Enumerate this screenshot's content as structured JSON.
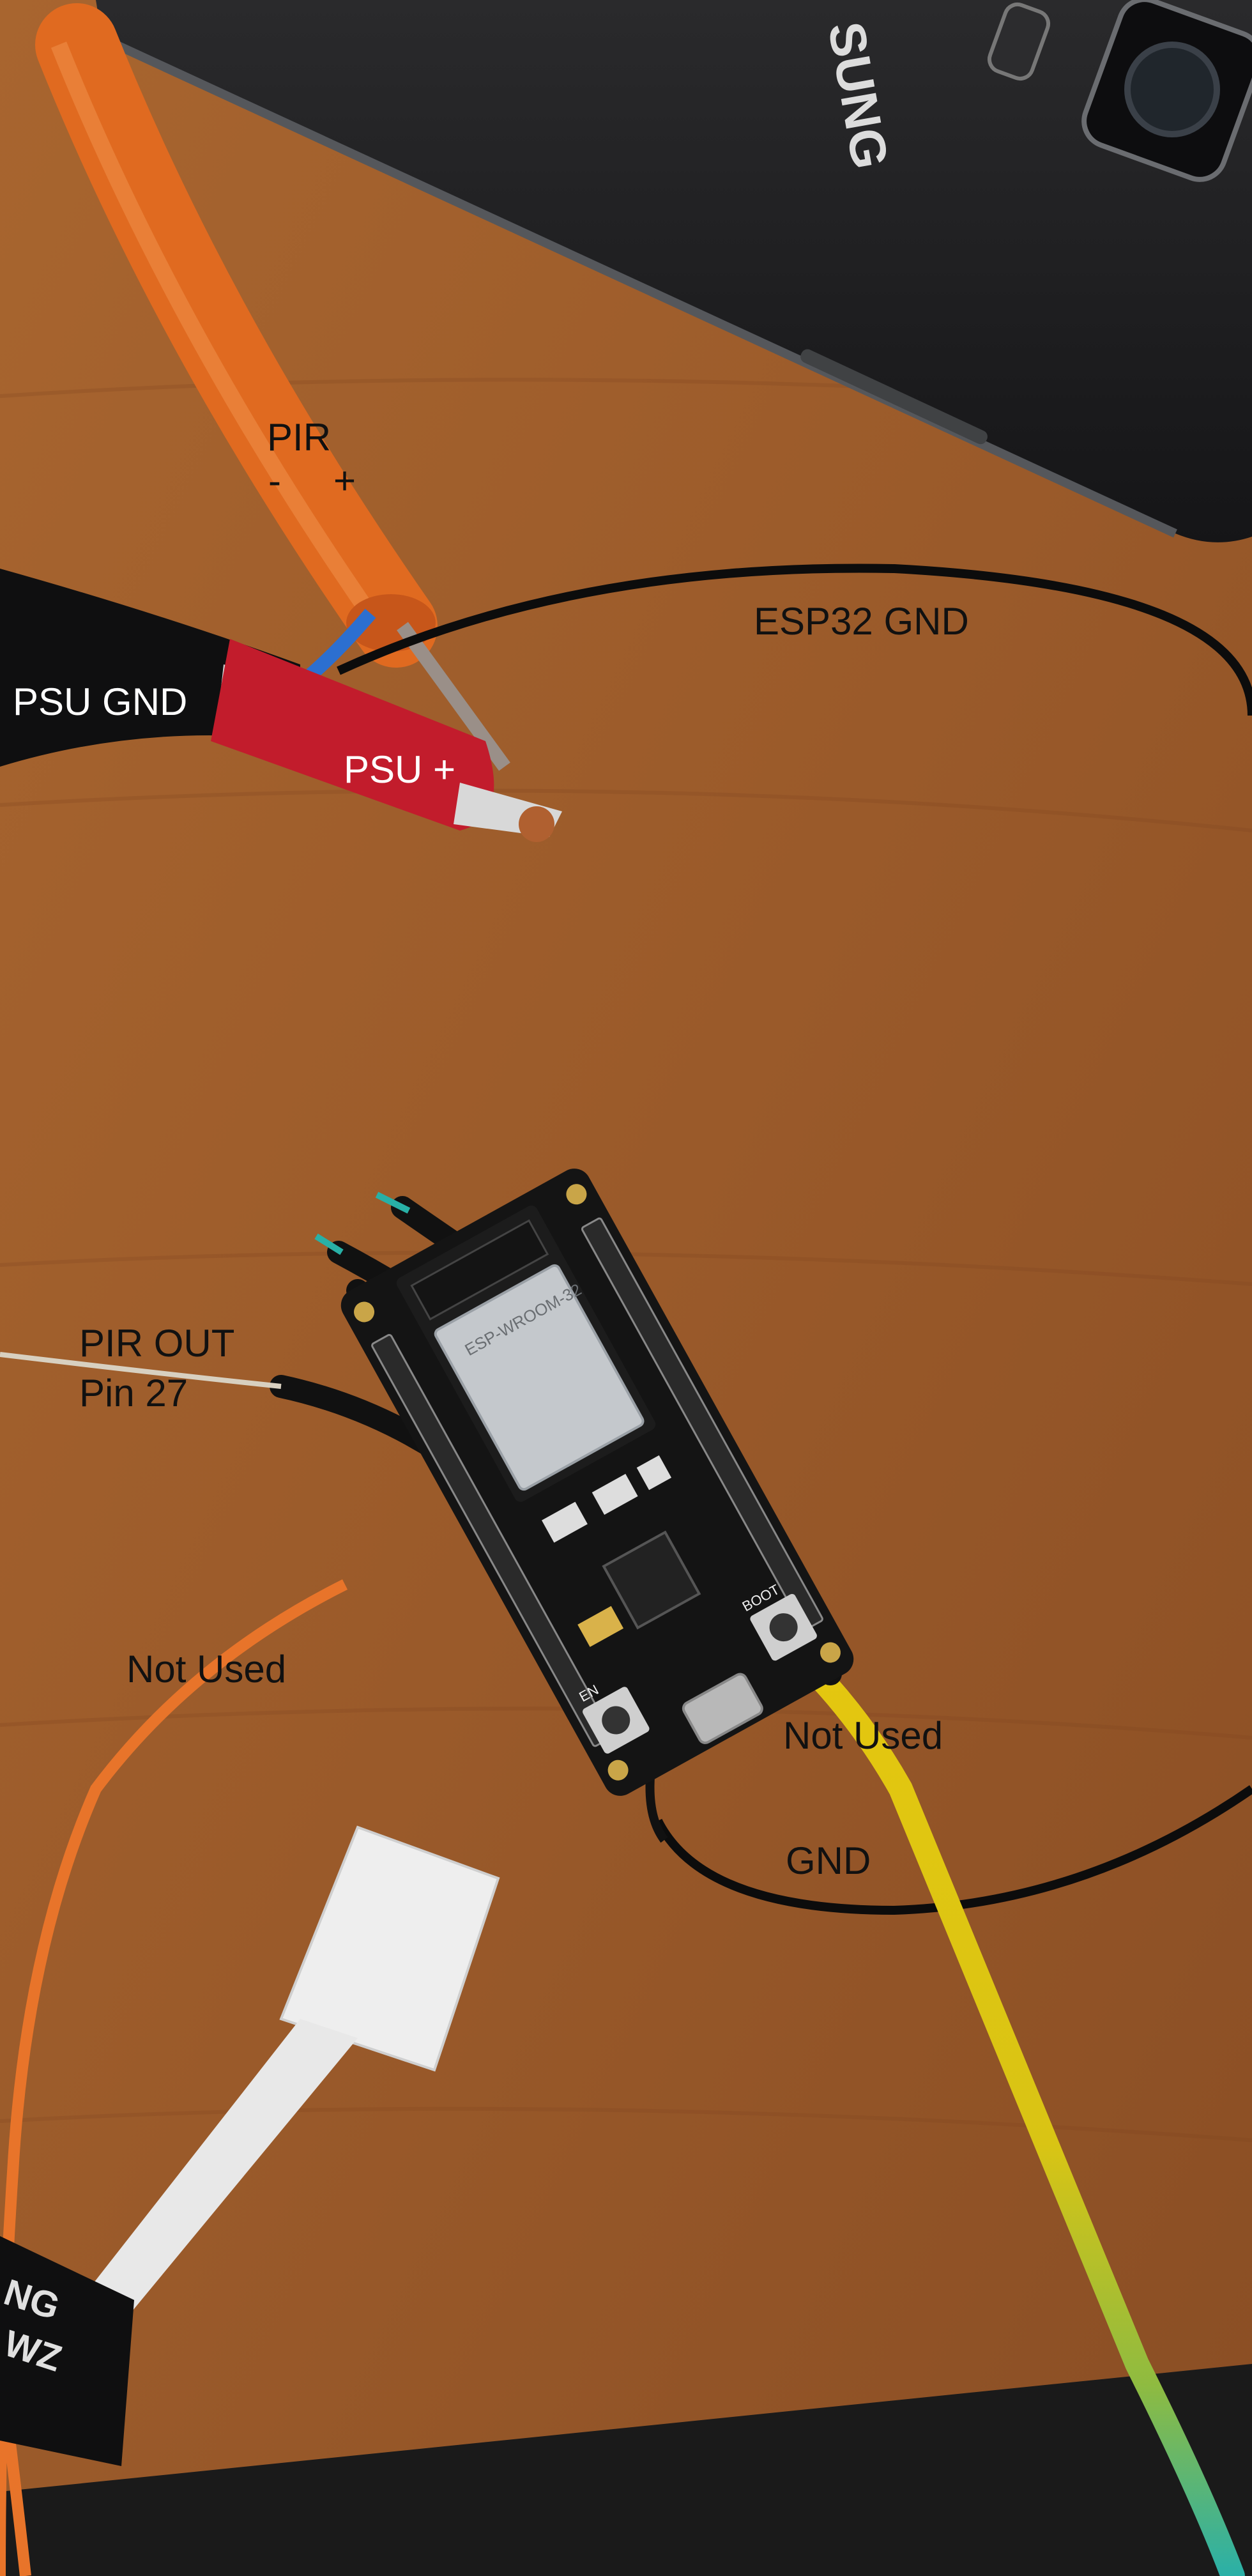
{
  "annotations": {
    "pir": "PIR",
    "pir_minus": "-",
    "pir_plus": "+",
    "esp32_gnd": "ESP32 GND",
    "psu_gnd": "PSU GND",
    "psu_plus": "PSU +",
    "pir_out": "PIR OUT",
    "pin_27": "Pin 27",
    "not_used_left": "Not Used",
    "not_used_right": "Not Used",
    "gnd": "GND"
  },
  "colors": {
    "table": "#9a5a2a",
    "text_dark": "#111111",
    "text_light": "#ffffff",
    "board": "#141414",
    "module": "#c4c8cc",
    "wire_orange": "#e8742a",
    "wire_yellow": "#e2c40c",
    "wire_teal": "#2aa8a8",
    "wire_black": "#0c0c0c",
    "clip_red": "#c21c2c",
    "usb_white": "#eeeeee",
    "phone": "#1c1c1e"
  },
  "device_text": {
    "phone_brand": "SUNG",
    "tag_line1": "NG",
    "tag_line2": "WZ",
    "module_brand": "ESP-WROOM-32",
    "button_en": "EN",
    "button_boot": "BOOT"
  }
}
